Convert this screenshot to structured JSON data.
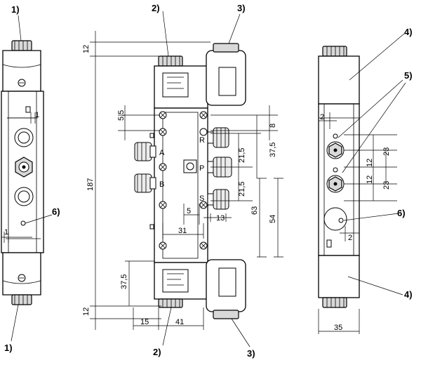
{
  "callouts": {
    "left_top": "1)",
    "left_bottom": "1)",
    "left_6": "6)",
    "center_top_2": "2)",
    "center_top_3": "3)",
    "center_bottom_2": "2)",
    "center_bottom_3": "3)",
    "right_4_top": "4)",
    "right_5": "5)",
    "right_6": "6)",
    "right_4_bottom": "4)"
  },
  "ports": {
    "a": "A",
    "b": "B",
    "r": "R",
    "p": "P",
    "s": "S"
  },
  "dimensions": {
    "left_1_top": "1",
    "left_1_bottom": "1",
    "center_12_top": "12",
    "center_187": "187",
    "center_12_bottom": "12",
    "center_37_5_left": "37,5",
    "center_15": "15",
    "center_41": "41",
    "center_5_5": "5,5",
    "center_5": "5",
    "center_31": "31",
    "center_13": "13",
    "center_8": "8",
    "center_37_5_right": "37,5",
    "center_21_5_a": "21,5",
    "center_21_5_b": "21,5",
    "center_63": "63",
    "center_54": "54",
    "right_2_top": "2",
    "right_23_a": "23",
    "right_12_a": "12",
    "right_12_b": "12",
    "right_23_b": "23",
    "right_2_bottom": "2",
    "right_35": "35"
  },
  "colors": {
    "ink": "#000000",
    "shade": "#d9d9d9",
    "paper": "#ffffff"
  }
}
